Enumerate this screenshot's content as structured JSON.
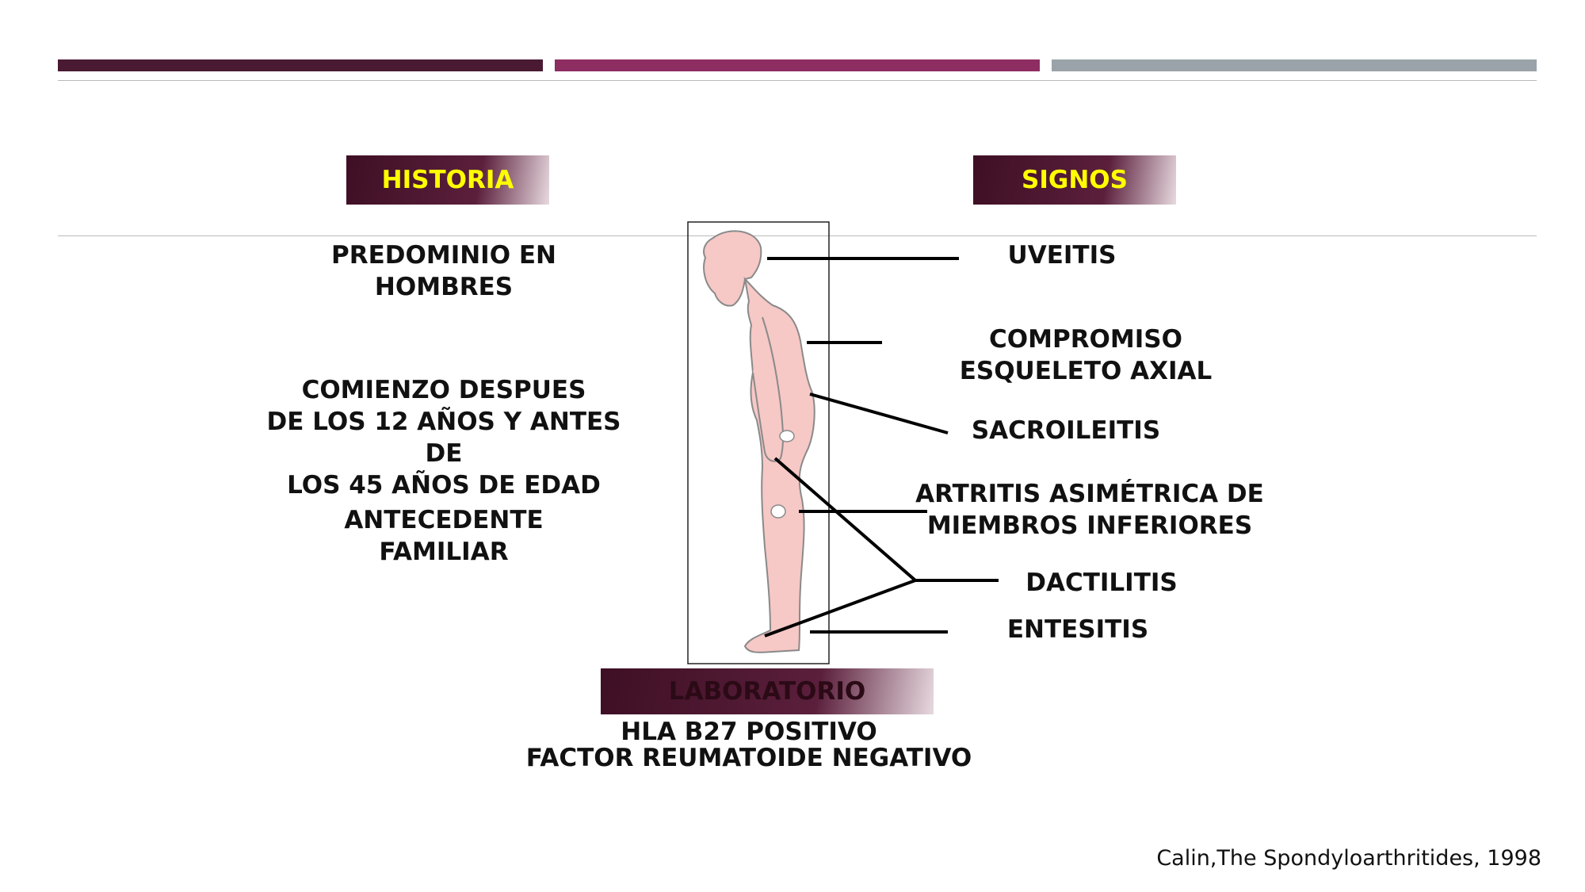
{
  "headers": {
    "historia": "HISTORIA",
    "signos": "SIGNOS",
    "laboratorio": "LABORATORIO"
  },
  "historia": [
    "PREDOMINIO EN\nHOMBRES",
    "COMIENZO DESPUES\nDE LOS 12 AÑOS Y ANTES DE\nLOS 45 AÑOS DE EDAD",
    "ANTECEDENTE\nFAMILIAR"
  ],
  "signos": [
    "UVEITIS",
    "COMPROMISO\nESQUELETO AXIAL",
    "SACROILEITIS",
    "ARTRITIS ASIMÉTRICA DE\nMIEMBROS INFERIORES",
    "DACTILITIS",
    "ENTESITIS"
  ],
  "laboratorio": [
    "HLA B27 POSITIVO",
    "FACTOR REUMATOIDE NEGATIVO"
  ],
  "citation": "Calin,The Spondyloarthritides, 1998",
  "colors": {
    "bar_dark": "#4a1a33",
    "bar_magenta": "#8e2d62",
    "bar_gray": "#9aa3a9",
    "header_text": "#ffff00",
    "skin": "#f6c8c6"
  }
}
